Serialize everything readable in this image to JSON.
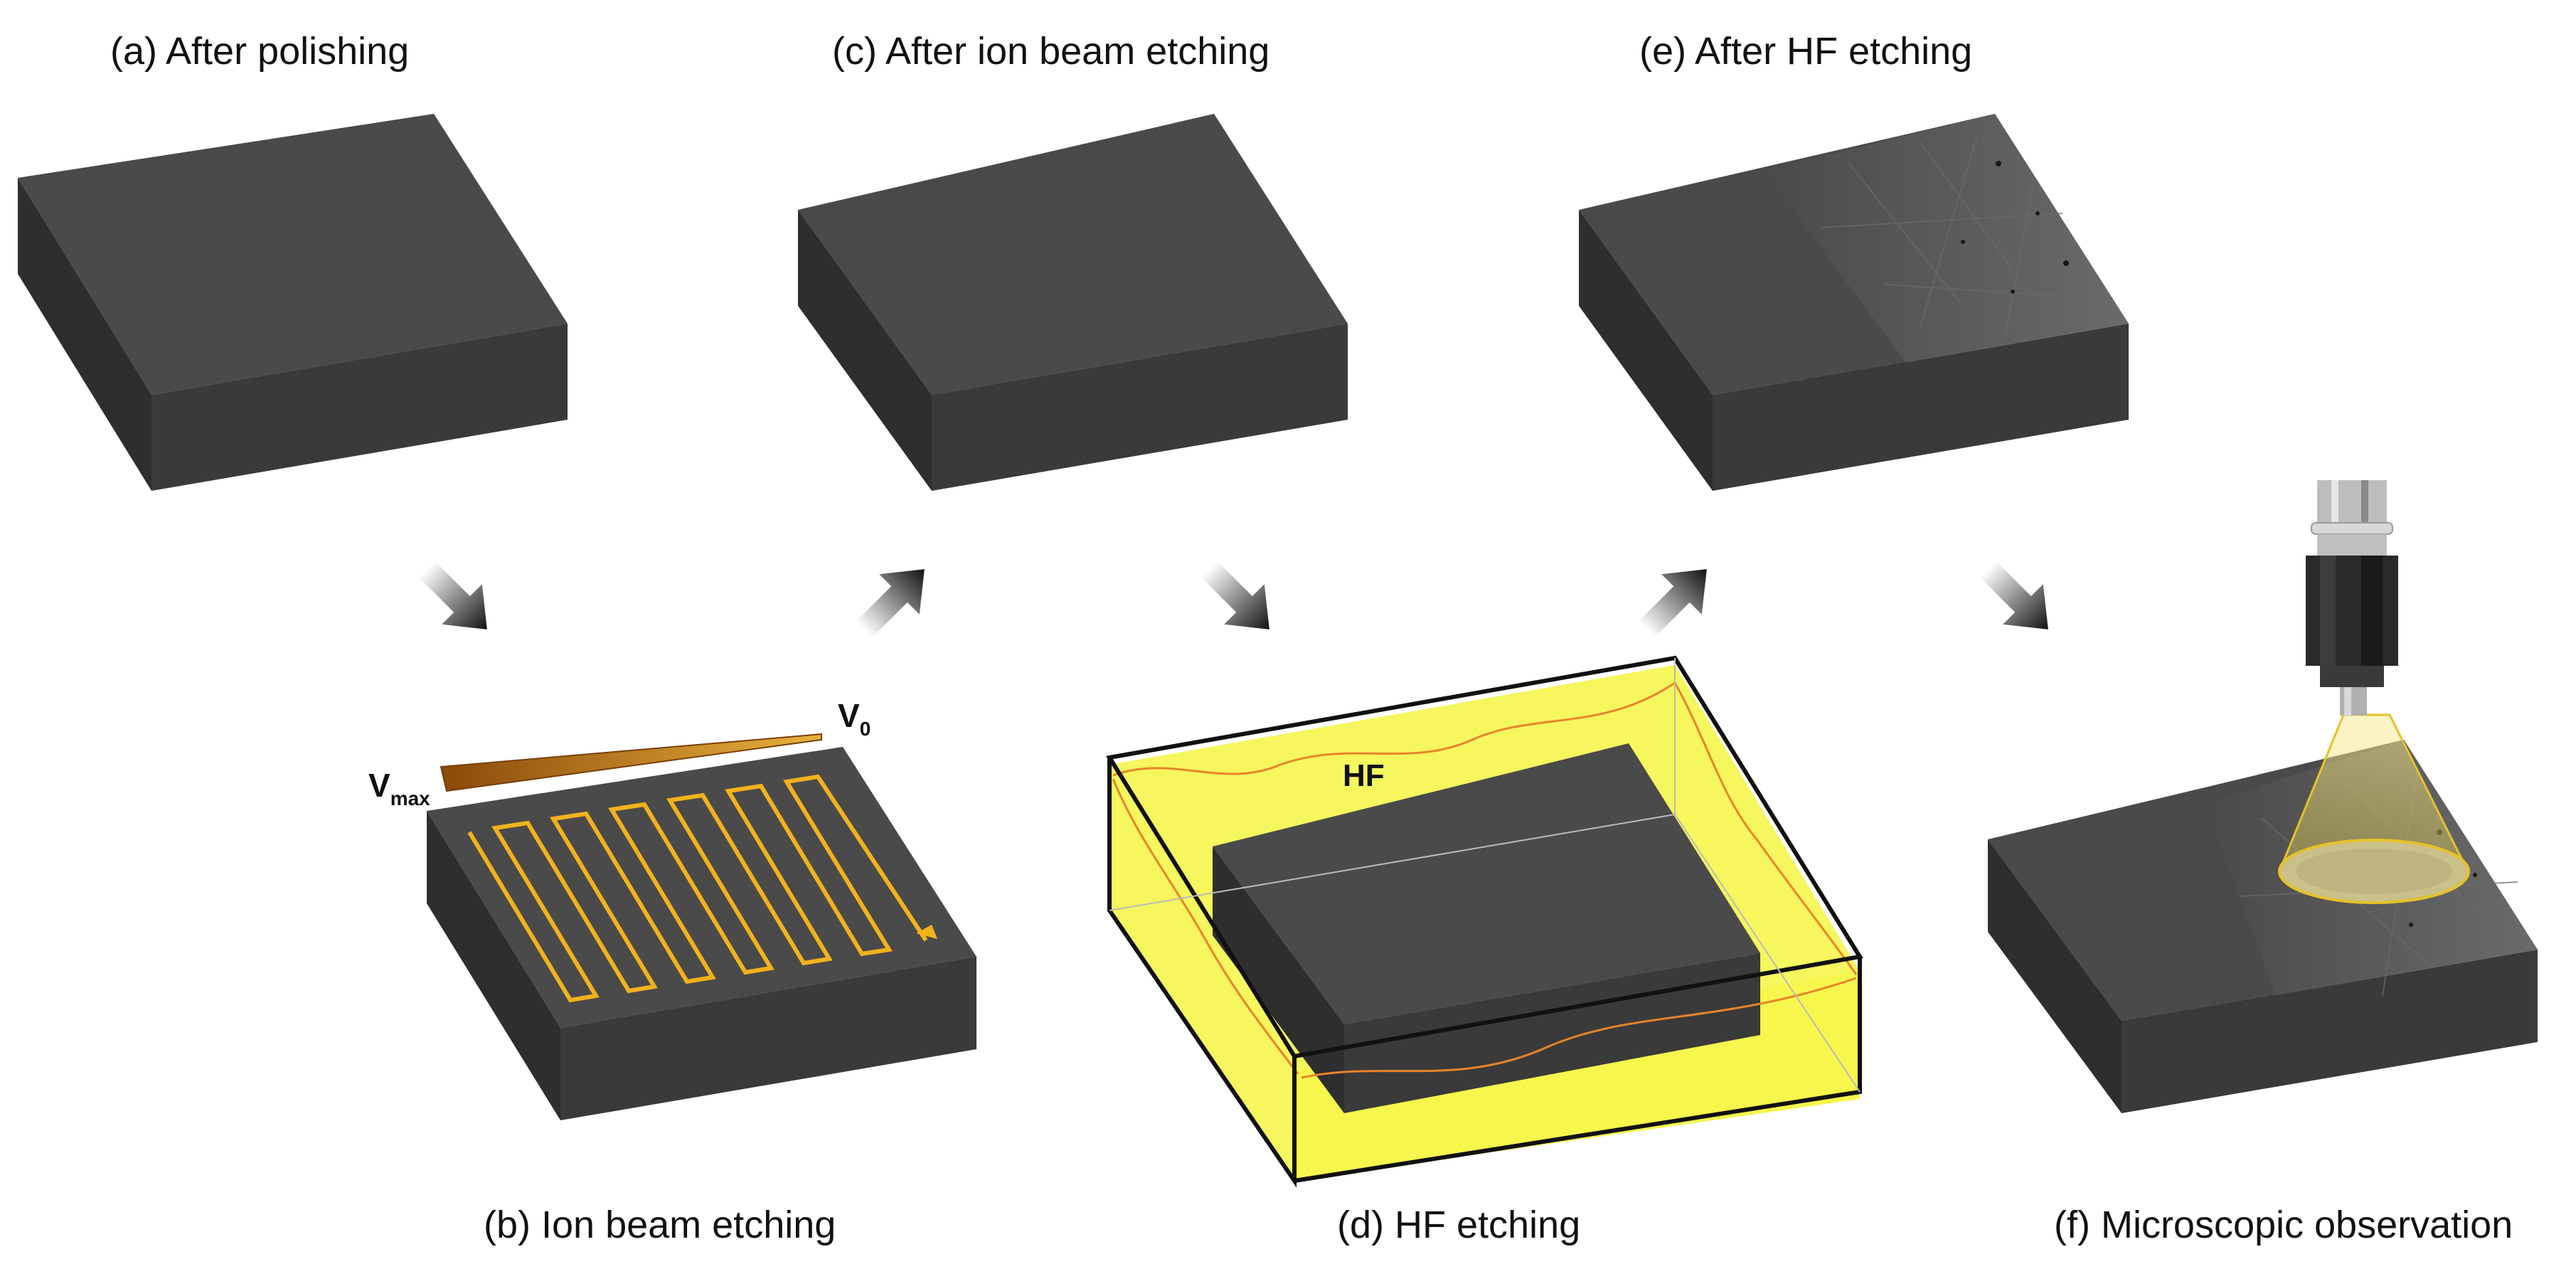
{
  "panels": {
    "a": {
      "label": "(a) After polishing"
    },
    "b": {
      "label": "(b) Ion beam etching"
    },
    "c": {
      "label": "(c) After ion beam etching"
    },
    "d": {
      "label": "(d) HF etching"
    },
    "e": {
      "label": "(e) After HF etching"
    },
    "f": {
      "label": "(f) Microscopic observation"
    }
  },
  "annotations": {
    "v_max_main": "V",
    "v_max_sub": "max",
    "v0_main": "V",
    "v0_sub": "0",
    "hf": "HF"
  },
  "colors": {
    "block_top": "#4a4a4a",
    "block_left": "#2e2e2e",
    "block_right": "#3a3a3a",
    "scan_path": "#f2b21c",
    "hf_fill": "#f5f542",
    "hf_line": "#e8842a",
    "gradient_dark": "#8a4a0a",
    "gradient_light": "#e8b23c",
    "light_cone": "#f0d84a"
  },
  "icons": {
    "arrows": "gradient-arrow-icon",
    "microscope": "microscope-objective-icon"
  }
}
